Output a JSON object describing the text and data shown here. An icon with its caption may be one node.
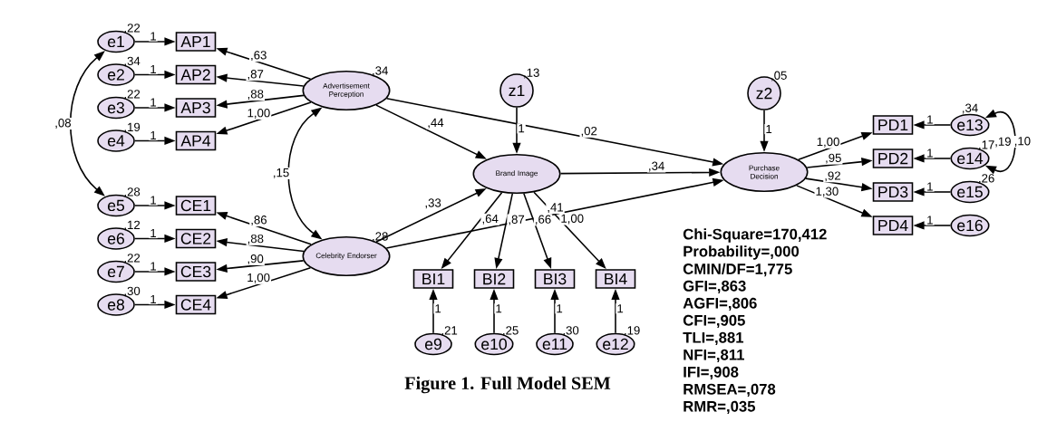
{
  "diagram": {
    "caption": "Figure 1. Full Model SEM",
    "nodes": [
      {
        "text": [
          "e1"
        ],
        "beside": [
          ",22"
        ]
      },
      {
        "text": [
          "e2"
        ],
        "beside": [
          ",34"
        ]
      },
      {
        "text": [
          "e3"
        ],
        "beside": [
          ",22"
        ]
      },
      {
        "text": [
          "e4"
        ],
        "beside": [
          ",19"
        ]
      },
      {
        "text": [
          "e5"
        ],
        "beside": [
          ",28"
        ]
      },
      {
        "text": [
          "e6"
        ],
        "beside": [
          ",12"
        ]
      },
      {
        "text": [
          "e7"
        ],
        "beside": [
          ",22"
        ]
      },
      {
        "text": [
          "e8"
        ],
        "beside": [
          ",30"
        ]
      },
      {
        "text": [
          "AP1"
        ]
      },
      {
        "text": [
          "AP2"
        ]
      },
      {
        "text": [
          "AP3"
        ]
      },
      {
        "text": [
          "AP4"
        ]
      },
      {
        "text": [
          "CE1"
        ]
      },
      {
        "text": [
          "CE2"
        ]
      },
      {
        "text": [
          "CE3"
        ]
      },
      {
        "text": [
          "CE4"
        ]
      },
      {
        "text": [
          "Advertisement Perception"
        ],
        "beside": [
          ",34"
        ]
      },
      {
        "text": [
          "Celebrity Endorser"
        ],
        "beside": [
          ",28"
        ]
      },
      {
        "text": [
          "z1"
        ],
        "beside": [
          ",13"
        ]
      },
      {
        "text": [
          "Brand Image"
        ]
      },
      {
        "text": [
          "z2"
        ],
        "beside": [
          ",05"
        ]
      },
      {
        "text": [
          "Purchase Decision"
        ]
      },
      {
        "text": [
          "BI1"
        ]
      },
      {
        "text": [
          "BI2"
        ]
      },
      {
        "text": [
          "BI3"
        ]
      },
      {
        "text": [
          "BI4"
        ]
      },
      {
        "text": [
          "e9"
        ],
        "beside": [
          ",21"
        ]
      },
      {
        "text": [
          "e10"
        ],
        "beside": [
          ",25"
        ]
      },
      {
        "text": [
          "e11"
        ],
        "beside": [
          ",30"
        ]
      },
      {
        "text": [
          "e12"
        ],
        "beside": [
          ",19"
        ]
      },
      {
        "text": [
          "PD1"
        ]
      },
      {
        "text": [
          "PD2"
        ]
      },
      {
        "text": [
          "PD3"
        ]
      },
      {
        "text": [
          "PD4"
        ]
      },
      {
        "text": [
          "e13"
        ],
        "beside": [
          ",34"
        ]
      },
      {
        "text": [
          "e14"
        ],
        "beside": [
          ",17"
        ]
      },
      {
        "text": [
          "e15"
        ],
        "beside": [
          ",26"
        ]
      },
      {
        "text": [
          "e16"
        ]
      }
    ],
    "edges": [
      {
        "from": 0,
        "to": 8,
        "arrow": "to",
        "label": "1"
      },
      {
        "from": 1,
        "to": 9,
        "arrow": "to",
        "label": "1"
      },
      {
        "from": 2,
        "to": 10,
        "arrow": "to",
        "label": "1"
      },
      {
        "from": 3,
        "to": 11,
        "arrow": "to",
        "label": "1"
      },
      {
        "from": 4,
        "to": 12,
        "arrow": "to",
        "label": "1"
      },
      {
        "from": 5,
        "to": 13,
        "arrow": "to",
        "label": "1"
      },
      {
        "from": 6,
        "to": 14,
        "arrow": "to",
        "label": "1"
      },
      {
        "from": 7,
        "to": 15,
        "arrow": "to",
        "label": "1"
      },
      {
        "from": 16,
        "to": 8,
        "arrow": "to",
        "label": ",63"
      },
      {
        "from": 16,
        "to": 9,
        "arrow": "to",
        "label": ",87"
      },
      {
        "from": 16,
        "to": 10,
        "arrow": "to",
        "label": ",88"
      },
      {
        "from": 16,
        "to": 11,
        "arrow": "to",
        "label": "1,00"
      },
      {
        "from": 17,
        "to": 12,
        "arrow": "to",
        "label": ",86"
      },
      {
        "from": 17,
        "to": 13,
        "arrow": "to",
        "label": ",88"
      },
      {
        "from": 17,
        "to": 14,
        "arrow": "to",
        "label": ",90"
      },
      {
        "from": 17,
        "to": 15,
        "arrow": "to",
        "label": "1,00"
      },
      {
        "from": 16,
        "to": 17,
        "arrow": "both",
        "label": ",15"
      },
      {
        "from": 0,
        "to": 4,
        "arrow": "both",
        "label": ",08"
      },
      {
        "from": 16,
        "to": 19,
        "arrow": "to",
        "label": ",44"
      },
      {
        "from": 16,
        "to": 21,
        "arrow": "to",
        "label": ",02"
      },
      {
        "from": 17,
        "to": 19,
        "arrow": "to",
        "label": ",33"
      },
      {
        "from": 17,
        "to": 21,
        "arrow": "to",
        "label": ",41"
      },
      {
        "from": 19,
        "to": 21,
        "arrow": "to",
        "label": ",34"
      },
      {
        "from": 18,
        "to": 19,
        "arrow": "to",
        "label": "1"
      },
      {
        "from": 20,
        "to": 21,
        "arrow": "to",
        "label": "1"
      },
      {
        "from": 19,
        "to": 22,
        "arrow": "to",
        "label": ",64"
      },
      {
        "from": 19,
        "to": 23,
        "arrow": "to",
        "label": ",87"
      },
      {
        "from": 19,
        "to": 24,
        "arrow": "to",
        "label": ",66"
      },
      {
        "from": 19,
        "to": 25,
        "arrow": "to",
        "label": "1,00"
      },
      {
        "from": 26,
        "to": 22,
        "arrow": "to",
        "label": "1"
      },
      {
        "from": 27,
        "to": 23,
        "arrow": "to",
        "label": "1"
      },
      {
        "from": 28,
        "to": 24,
        "arrow": "to",
        "label": "1"
      },
      {
        "from": 29,
        "to": 25,
        "arrow": "to",
        "label": "1"
      },
      {
        "from": 21,
        "to": 30,
        "arrow": "to",
        "label": "1,00"
      },
      {
        "from": 21,
        "to": 31,
        "arrow": "to",
        "label": ",95"
      },
      {
        "from": 21,
        "to": 32,
        "arrow": "to",
        "label": ",92"
      },
      {
        "from": 21,
        "to": 33,
        "arrow": "to",
        "label": "1,30"
      },
      {
        "from": 34,
        "to": 30,
        "arrow": "to",
        "label": "1"
      },
      {
        "from": 35,
        "to": 31,
        "arrow": "to",
        "label": "1"
      },
      {
        "from": 36,
        "to": 32,
        "arrow": "to",
        "label": "1"
      },
      {
        "from": 37,
        "to": 33,
        "arrow": "to",
        "label": "1"
      },
      {
        "from": 34,
        "to": 35,
        "arrow": "both",
        "label": ",10"
      }
    ],
    "labels": [
      ",19",
      "Chi-Square=170,412",
      "Probability=,000",
      "CMIN/DF=1,775",
      "GFI=,863",
      "AGFI=,806",
      "CFI=,905",
      "TLI=,881",
      "NFI=,811",
      "IFI=,908",
      "RMSEA=,078",
      "RMR=,035"
    ]
  }
}
